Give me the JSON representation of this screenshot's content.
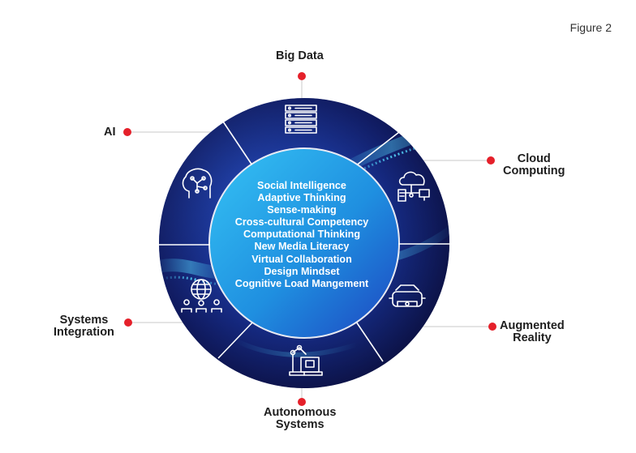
{
  "figure_label": "Figure 2",
  "colors": {
    "accent_dot": "#e5202a",
    "ring_dark": "#0e1650",
    "ring_mid": "#1a3a9e",
    "center_light": "#2fb6f0",
    "center_dark": "#1d57c9"
  },
  "segments": [
    {
      "label": "Big Data",
      "icon": "server-rack-icon"
    },
    {
      "label": "Cloud\nComputing",
      "icon": "cloud-computing-icon"
    },
    {
      "label": "Augmented\nReality",
      "icon": "vr-headset-icon"
    },
    {
      "label": "Autonomous\nSystems",
      "icon": "robot-arm-icon"
    },
    {
      "label": "Systems\nIntegration",
      "icon": "globe-network-icon"
    },
    {
      "label": "AI",
      "icon": "ai-brain-icon"
    }
  ],
  "center_skills": [
    "Social Intelligence",
    "Adaptive Thinking",
    "Sense-making",
    "Cross-cultural Competency",
    "Computational Thinking",
    "New Media Literacy",
    "Virtual Collaboration",
    "Design Mindset",
    "Cognitive Load Mangement"
  ]
}
